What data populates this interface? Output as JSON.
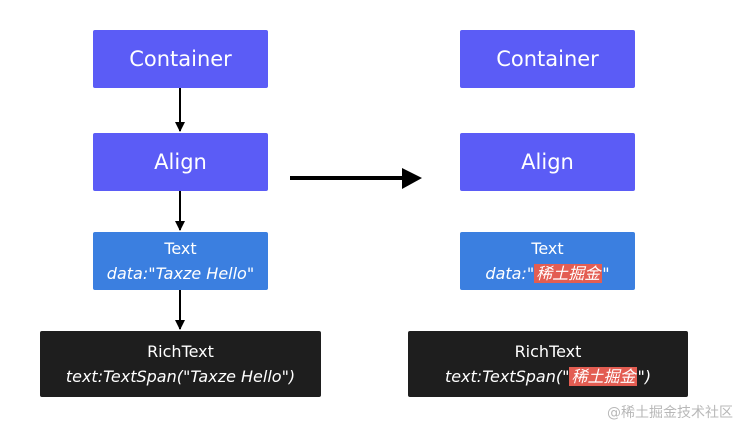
{
  "left": {
    "container": "Container",
    "align": "Align",
    "text_title": "Text",
    "text_data": "data:\"Taxze Hello\"",
    "richtext_title": "RichText",
    "richtext_data": "text:TextSpan(\"Taxze Hello\")"
  },
  "right": {
    "container": "Container",
    "align": "Align",
    "text_title": "Text",
    "text_data_prefix": "data:\"",
    "text_data_highlight": "稀土掘金",
    "text_data_suffix": "\"",
    "richtext_title": "RichText",
    "richtext_prefix": "text:TextSpan(\"",
    "richtext_highlight": "稀土掘金",
    "richtext_suffix": "\")"
  },
  "watermark": "@稀土掘金技术社区",
  "colors": {
    "blue": "#5b5cf6",
    "text_blue": "#3b7fe0",
    "dark": "#1e1e1e",
    "highlight": "#e35d52"
  }
}
